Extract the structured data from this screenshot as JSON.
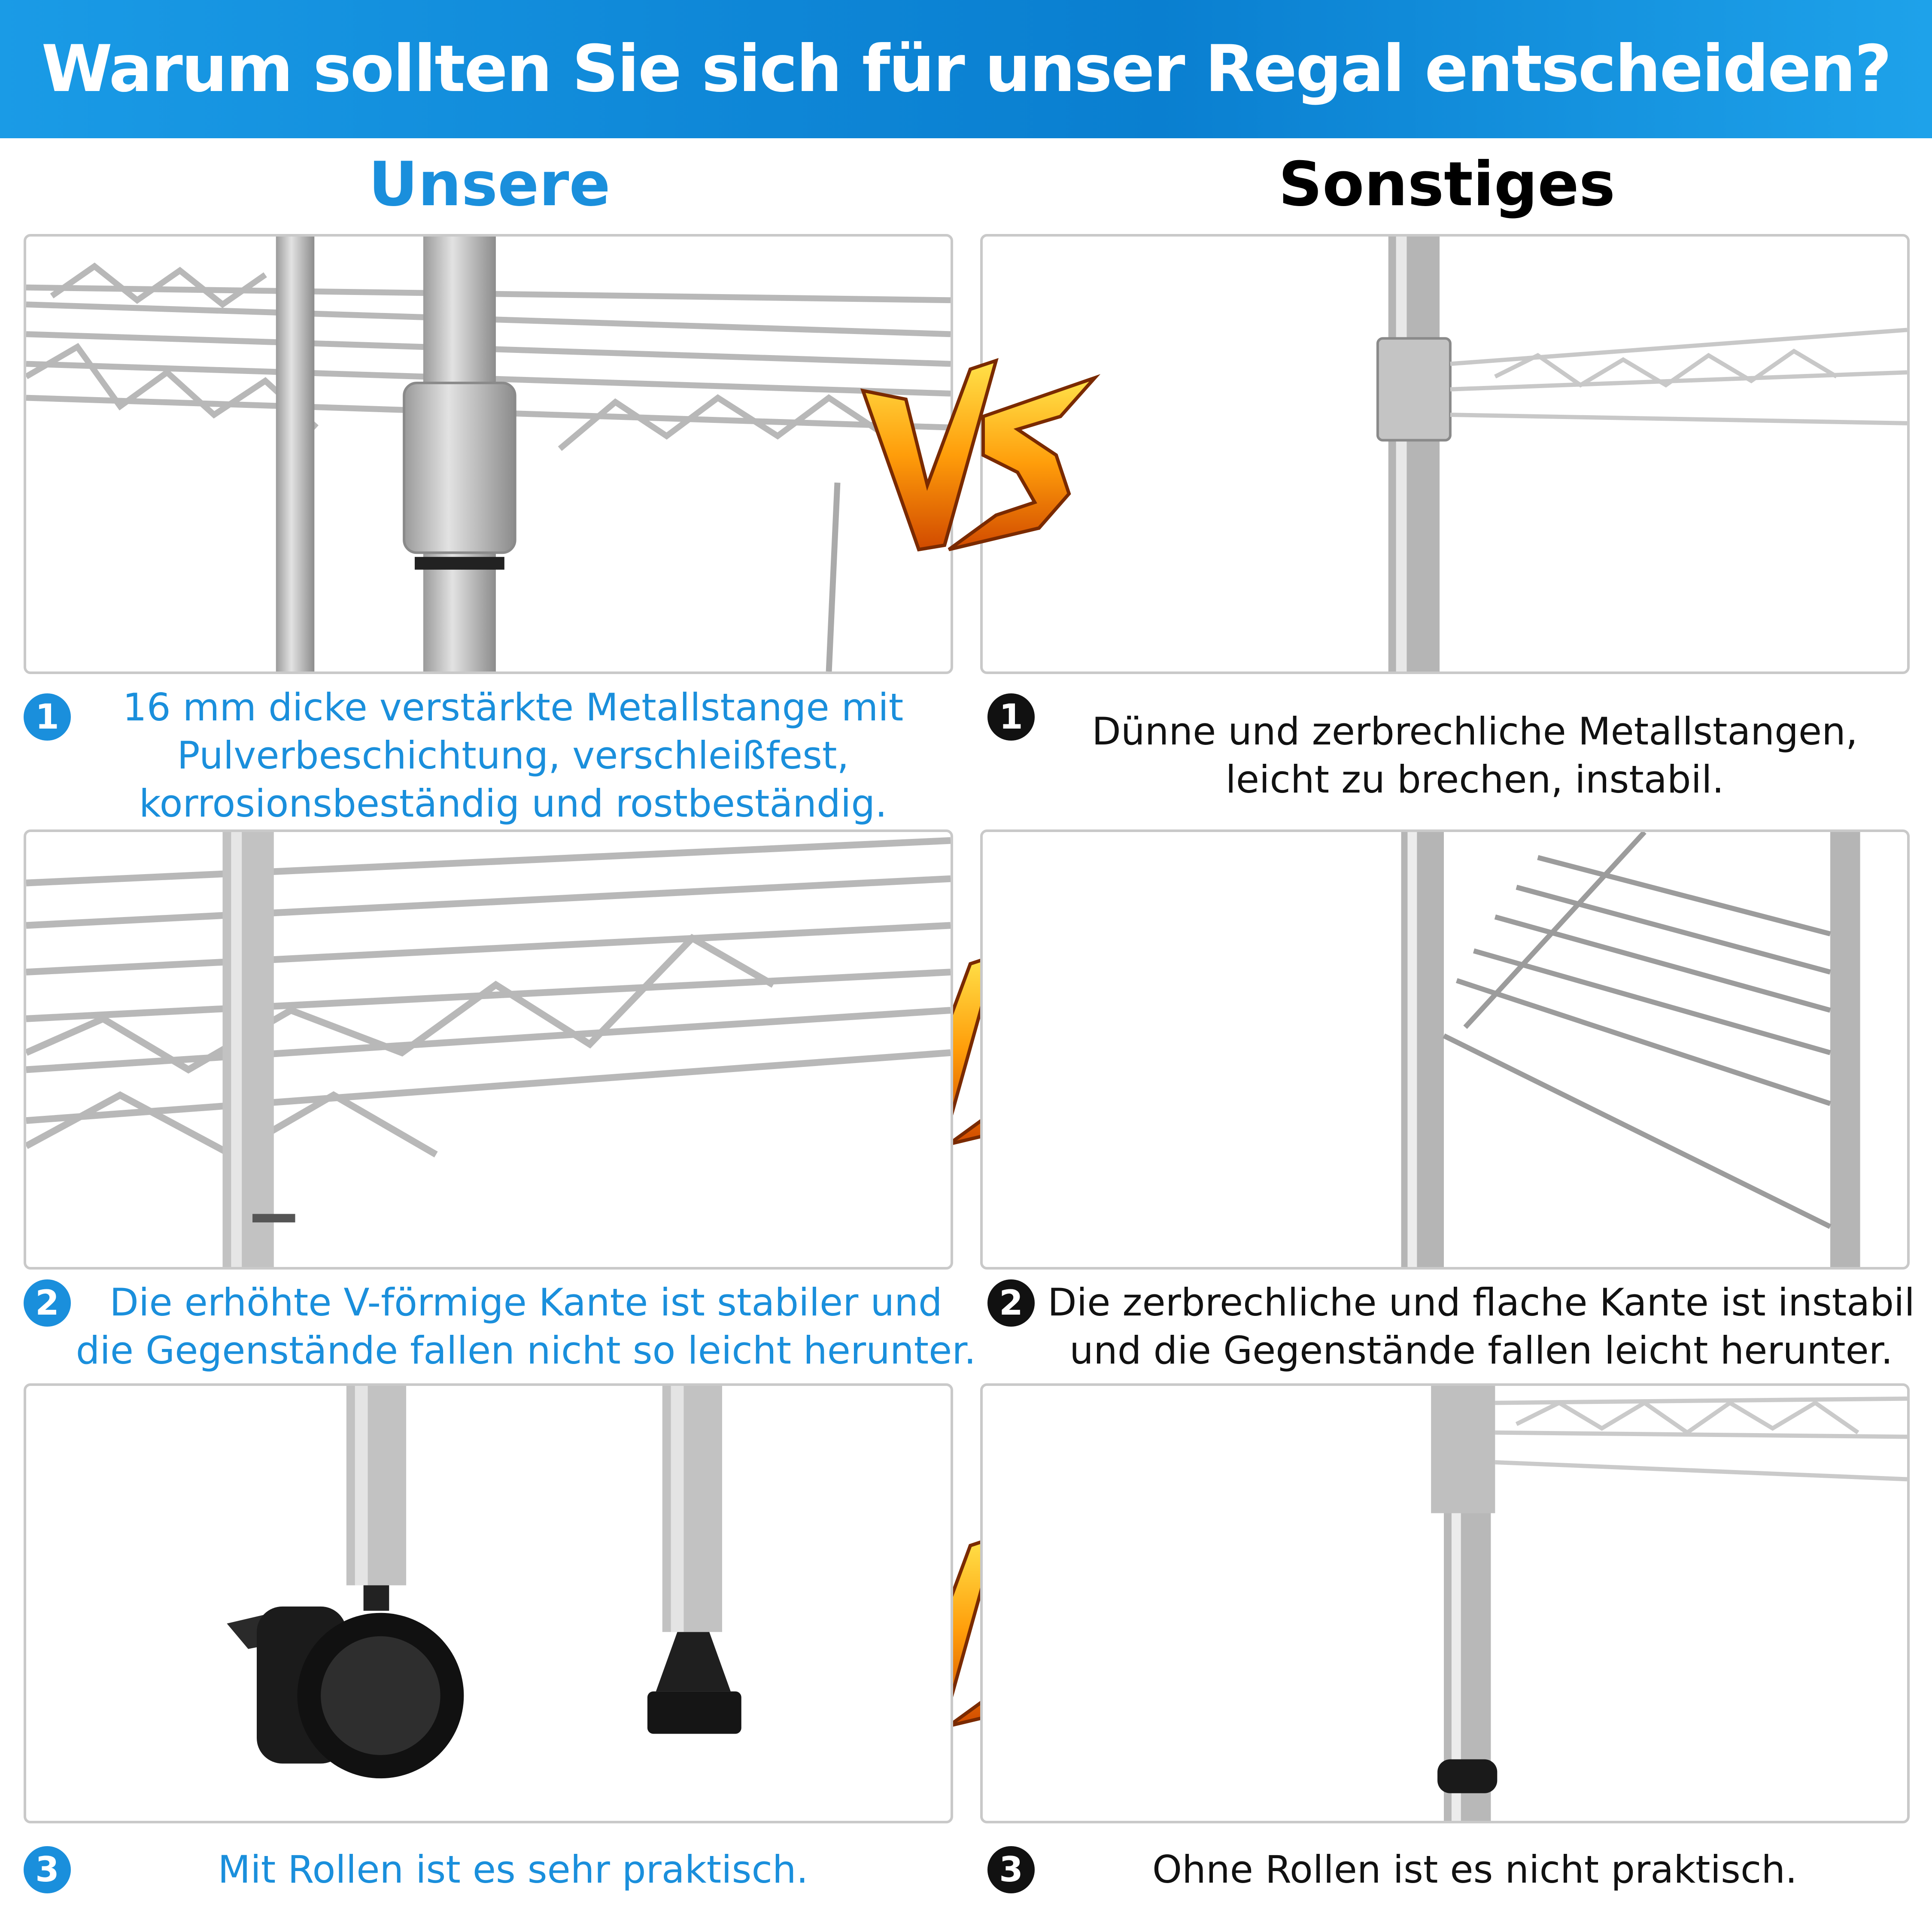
{
  "title": "Warum sollten Sie sich für unser Regal entscheiden?",
  "colors": {
    "banner": "#0e86d6",
    "ours_accent": "#1a8fdc",
    "others_text": "#111111",
    "vs_orange": "#ff8a00",
    "vs_yellow": "#ffd21a"
  },
  "columns": {
    "ours": "Unsere",
    "others": "Sonstiges"
  },
  "rows": [
    {
      "number": "1",
      "ours": "16 mm dicke verstärkte Metallstange mit Pulverbeschichtung, verschleißfest, korrosionsbeständig und rostbeständig.",
      "others": "Dünne und zerbrechliche Metallstangen, leicht zu brechen, instabil."
    },
    {
      "number": "2",
      "ours": "Die erhöhte V-förmige Kante ist stabiler und die Gegenstände fallen nicht so leicht herunter.",
      "others": "Die zerbrechliche und flache Kante ist instabil und die Gegenstände fallen leicht herunter."
    },
    {
      "number": "3",
      "ours": "Mit Rollen ist es sehr praktisch.",
      "others": "Ohne Rollen ist es nicht praktisch."
    }
  ],
  "icons": {
    "vs": "vs-lightning-icon",
    "number_badge": "circled-number-icon"
  }
}
